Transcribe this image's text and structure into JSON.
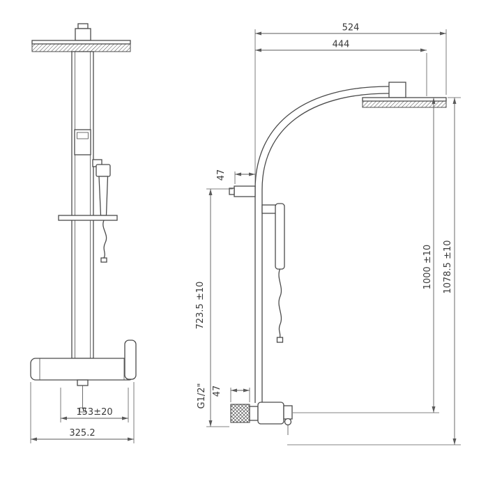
{
  "colors": {
    "background": "#ffffff",
    "line": "#4a4a4a",
    "dimension_line": "#5a5a5a",
    "text": "#3a3a3a"
  },
  "front_view": {
    "dims": {
      "connection_spacing": "153±20",
      "overall_width": "325.2"
    }
  },
  "side_view": {
    "dims": {
      "reach_outer": "524",
      "reach_inner": "444",
      "holder_depth": "47",
      "holder_to_mixer_height": "723.5 ±10",
      "overall_height": "1078.5 ±10",
      "height_to_head": "1000 ±10",
      "thread": "G1/2\"",
      "mixer_depth": "47"
    }
  }
}
